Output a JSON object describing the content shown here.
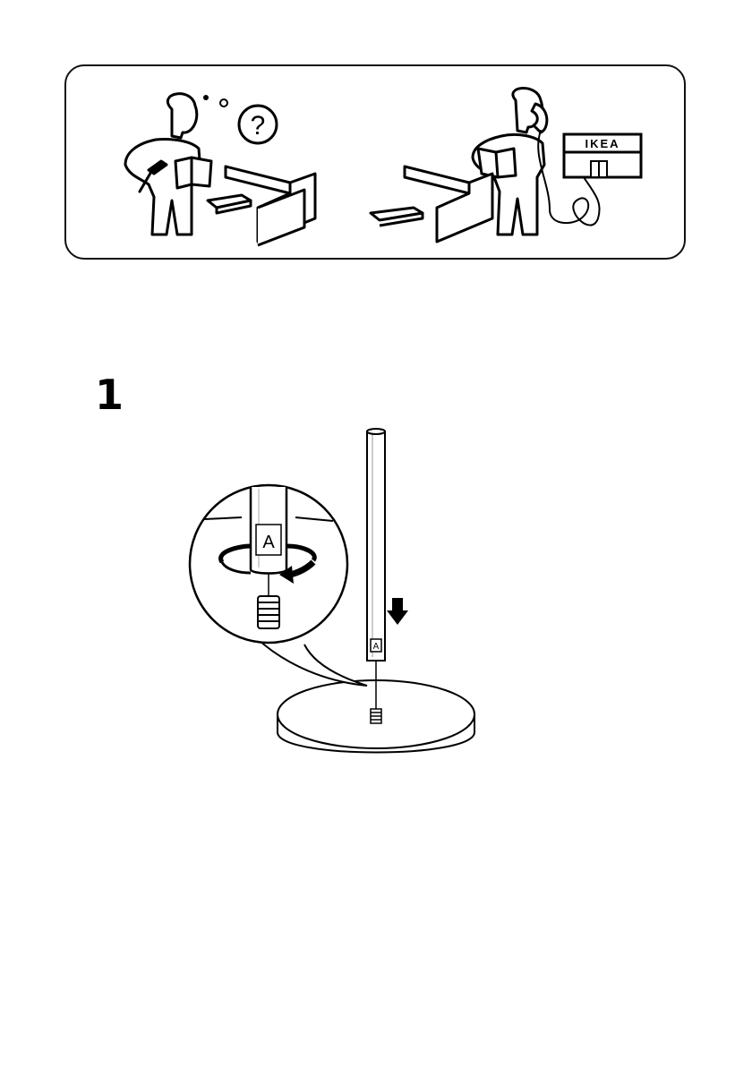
{
  "help_panel": {
    "question_symbol": "?",
    "store_sign": "IKEA"
  },
  "step": {
    "number": "1",
    "part_label": "A",
    "detail_part_label": "A"
  },
  "icons": {
    "confused_person": "person-with-hammer-and-instructions-icon",
    "thought_bubble": "question-thought-bubble-icon",
    "phone_person": "person-on-telephone-icon",
    "store": "ikea-store-icon",
    "down_arrow": "arrow-down-icon",
    "rotate_arrow": "clockwise-rotation-arrow-icon"
  },
  "colors": {
    "ink": "#000000",
    "paper": "#ffffff",
    "gray": "#cccccc"
  }
}
